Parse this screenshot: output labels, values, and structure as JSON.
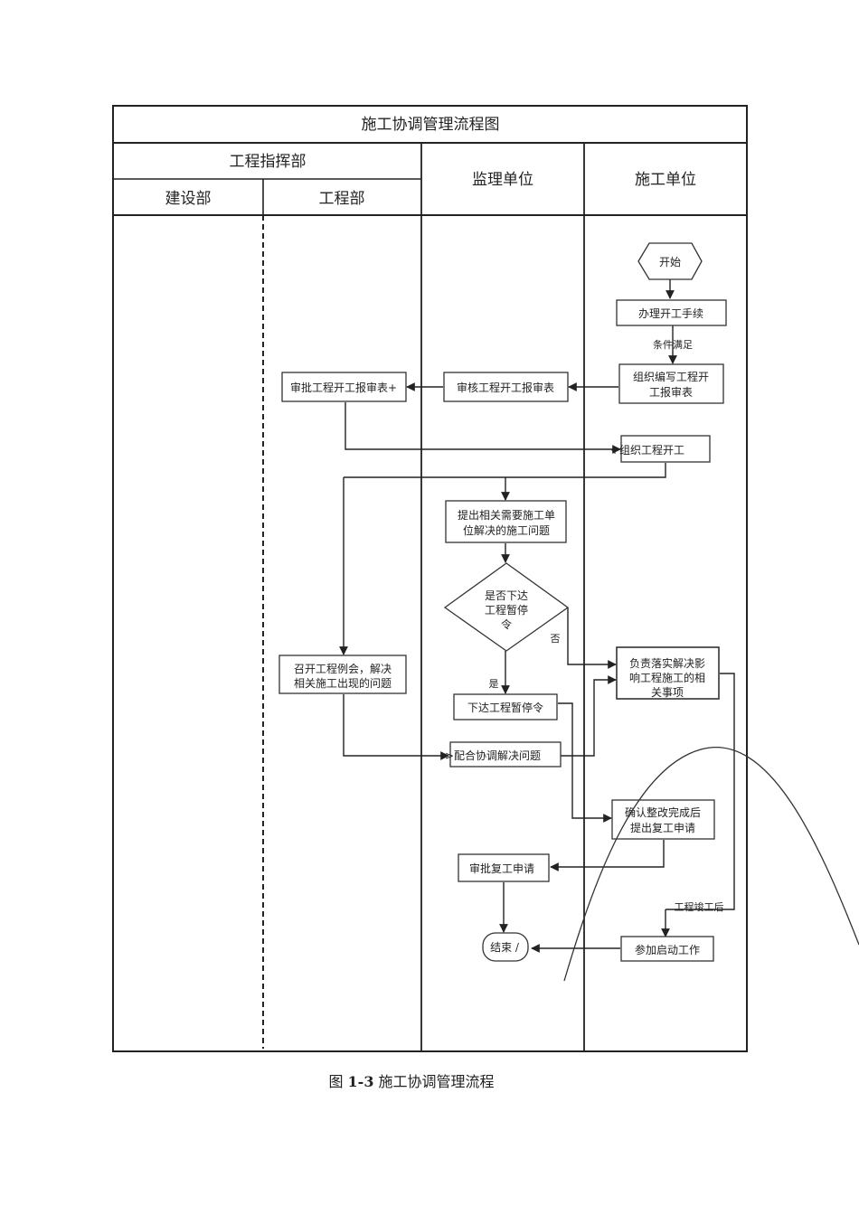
{
  "title": "施工协调管理流程图",
  "headers": {
    "command_dept": "工程指挥部",
    "construction_dept": "建设部",
    "engineering_dept": "工程部",
    "supervision_unit": "监理单位",
    "contractor_unit": "施工单位"
  },
  "nodes": {
    "start": "开始",
    "handle_start_procedures": "办理开工手续",
    "compile_report_l1": "组织编写工程开",
    "compile_report_l2": "工报审表",
    "review_report": "审核工程开工报审表",
    "approve_report": "审批工程开工报审表+",
    "organize_start": "+组织工程开工",
    "raise_problems_l1": "提出相关需要施工单",
    "raise_problems_l2": "位解决的施工问题",
    "decision_l1": "是否下达",
    "decision_l2": "工程暂停",
    "decision_l3": "令",
    "issue_stop_order": "下达工程暂停令",
    "responsible_fix_l1": "负责落实解决影",
    "responsible_fix_l2": "响工程施工的相",
    "responsible_fix_l3": "关事项",
    "hold_meeting_l1": "召开工程例会，解决",
    "hold_meeting_l2": "相关施工出现的问题",
    "cooperate": ">配合协调解决问题",
    "confirm_rectify_l1": "确认整改完成后",
    "confirm_rectify_l2": "提出复工申请",
    "approve_resume": "审批复工申请",
    "end": "结束 /",
    "join_startup": "参加启动工作"
  },
  "edge_labels": {
    "conditions_met": "条件满足",
    "no": "否",
    "yes": "是",
    "after_completion": "工程竣工后"
  },
  "caption": {
    "prefix": "图 ",
    "number": "1-3",
    "text": " 施工协调管理流程"
  }
}
